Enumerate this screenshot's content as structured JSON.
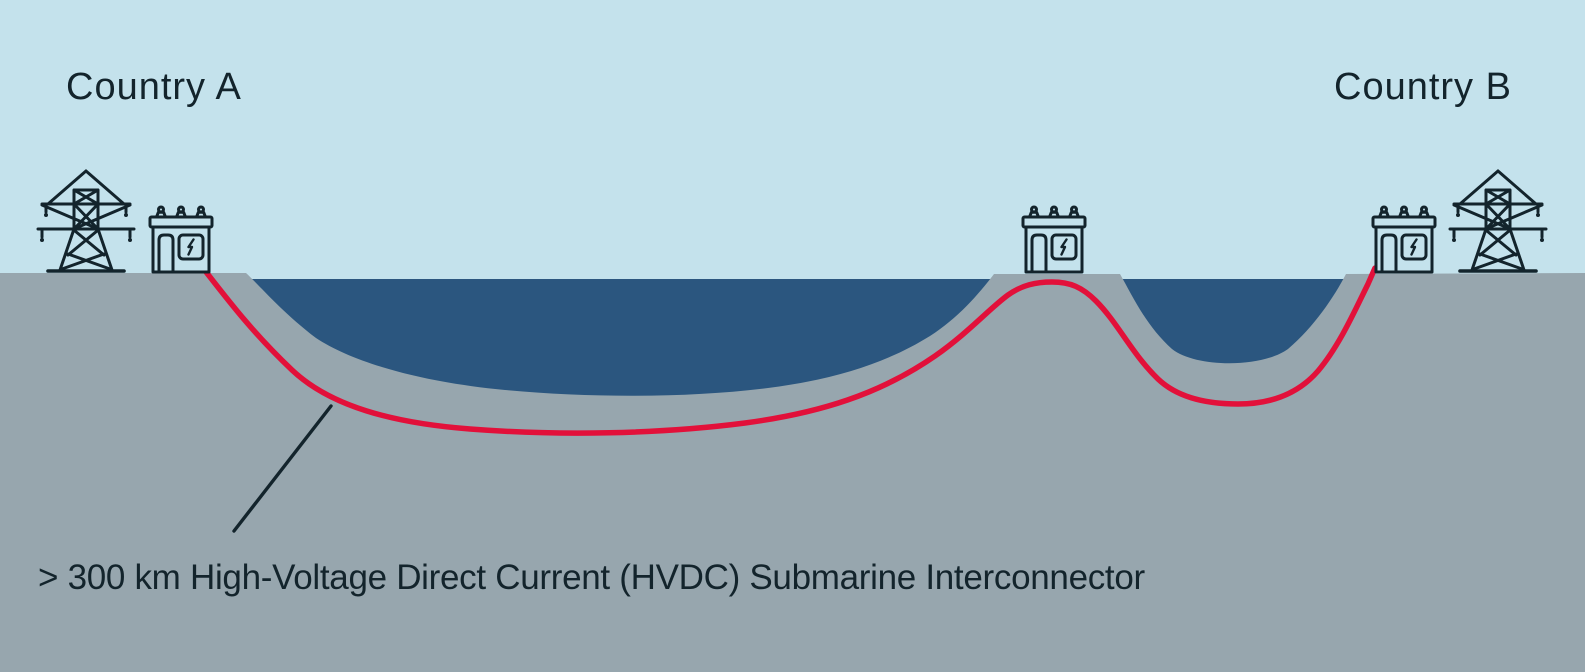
{
  "diagram": {
    "country_a_label": "Country A",
    "country_b_label": "Country B",
    "cable_label": "> 300 km High-Voltage Direct Current (HVDC) Submarine Interconnector"
  },
  "colors": {
    "sky": "#c4e2ec",
    "sea": "#2b567f",
    "ground": "#97a6ae",
    "cable": "#e2103a",
    "ink": "#13242c"
  },
  "icons": {
    "transmission_tower": "transmission-tower-icon",
    "converter_station": "converter-station-icon",
    "lightning_bolt": "lightning-bolt-icon"
  }
}
